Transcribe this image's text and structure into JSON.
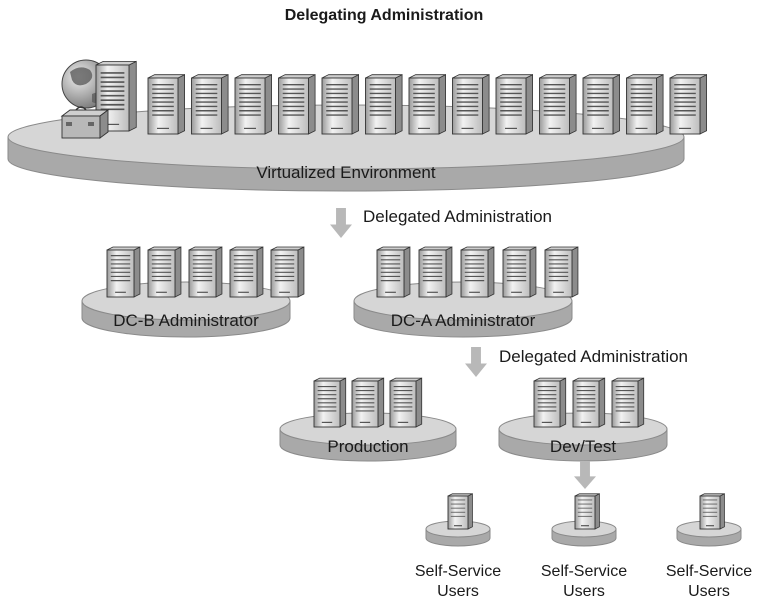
{
  "title": "Delegating Administration",
  "platforms": [
    {
      "id": "virtualized",
      "label": "Virtualized Environment",
      "server_count": 13,
      "has_cloud_gateway_icon": true
    },
    {
      "id": "dc-b",
      "label": "DC-B Administrator",
      "server_count": 5
    },
    {
      "id": "dc-a",
      "label": "DC-A Administrator",
      "server_count": 5
    },
    {
      "id": "production",
      "label": "Production",
      "server_count": 3
    },
    {
      "id": "devtest",
      "label": "Dev/Test",
      "server_count": 3
    },
    {
      "id": "ss1",
      "label": [
        "Self-Service",
        "Users"
      ],
      "server_count": 1
    },
    {
      "id": "ss2",
      "label": [
        "Self-Service",
        "Users"
      ],
      "server_count": 1
    },
    {
      "id": "ss3",
      "label": [
        "Self-Service",
        "Users"
      ],
      "server_count": 1
    }
  ],
  "arrows": [
    {
      "id": "arrow-1",
      "label": "Delegated Administration"
    },
    {
      "id": "arrow-2",
      "label": "Delegated Administration"
    },
    {
      "id": "arrow-3",
      "label": ""
    }
  ],
  "icons": {
    "server": "server-tower-icon",
    "globe": "globe-icon",
    "case": "case-icon"
  },
  "colors": {
    "disk_top": "#d6d6d6",
    "disk_side": "#a9a9a9",
    "disk_edge": "#8a8a8a",
    "server_face": "#e8e8e8",
    "server_dark": "#555555",
    "arrow": "#b8b8b8",
    "text": "#1a1a1a"
  }
}
